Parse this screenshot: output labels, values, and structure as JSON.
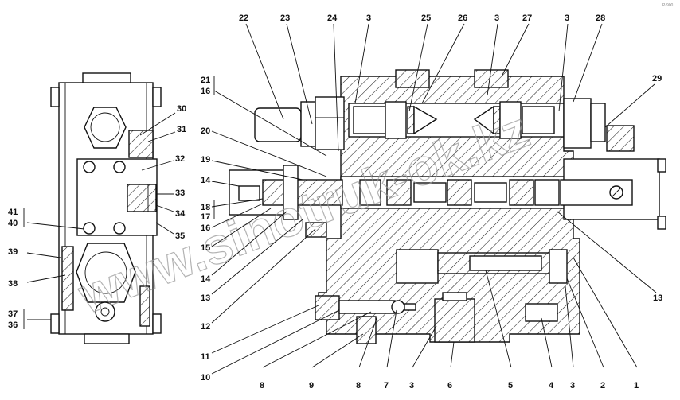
{
  "watermark": "www.sinotruk-ok.kz",
  "corner_mark": "P-900",
  "callouts": {
    "c1": "1",
    "c2": "2",
    "c3a": "3",
    "c3b": "3",
    "c3c": "3",
    "c3d": "3",
    "c3e": "3",
    "c4": "4",
    "c5": "5",
    "c6": "6",
    "c7": "7",
    "c8a": "8",
    "c8b": "8",
    "c9": "9",
    "c10": "10",
    "c11": "11",
    "c12": "12",
    "c13a": "13",
    "c13b": "13",
    "c14a": "14",
    "c14b": "14",
    "c15": "15",
    "c16a": "16",
    "c16b": "16",
    "c17": "17",
    "c18": "18",
    "c19": "19",
    "c20": "20",
    "c21": "21",
    "c22": "22",
    "c23": "23",
    "c24": "24",
    "c25": "25",
    "c26": "26",
    "c27": "27",
    "c28": "28",
    "c29": "29",
    "c30": "30",
    "c31": "31",
    "c32": "32",
    "c33": "33",
    "c34": "34",
    "c35": "35",
    "c36": "36",
    "c37": "37",
    "c38": "38",
    "c39": "39",
    "c40": "40",
    "c41": "41"
  }
}
